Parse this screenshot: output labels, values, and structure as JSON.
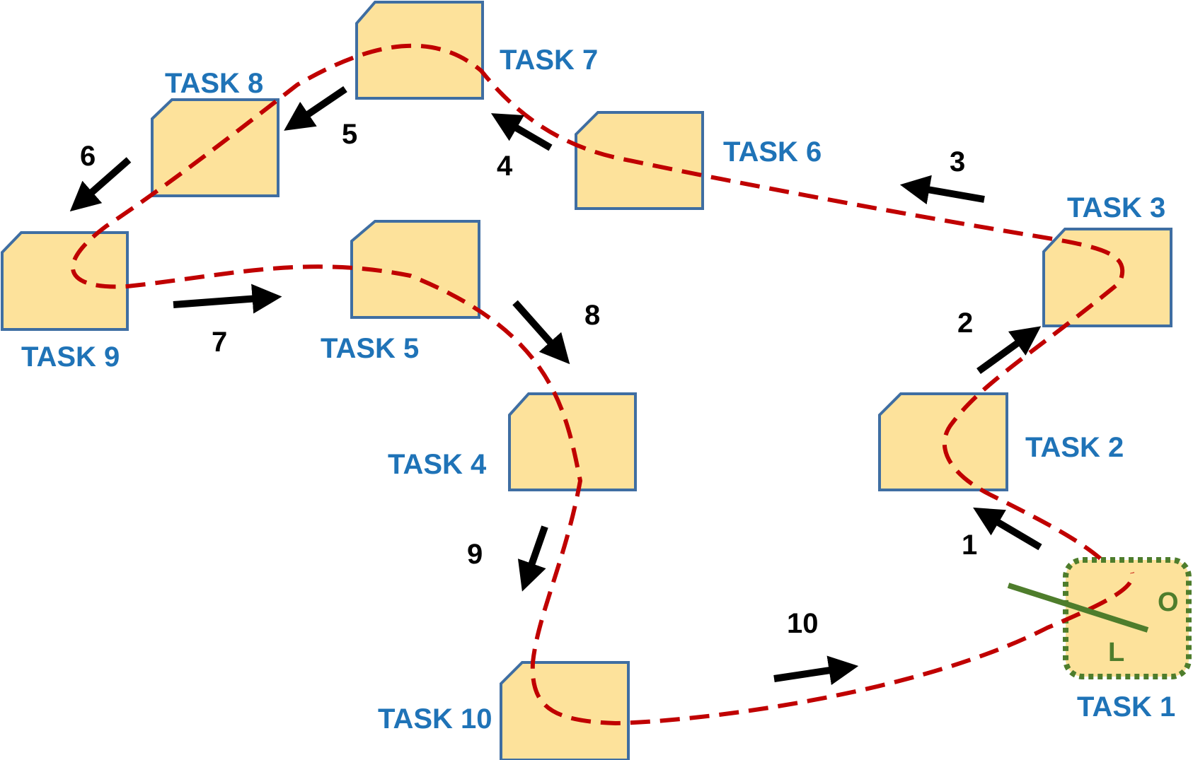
{
  "colors": {
    "box_fill": "#fde29b",
    "box_stroke": "#3f6ea2",
    "task_text": "#1f73b7",
    "route": "#c00000",
    "arrow": "#000000",
    "depot_border": "#4e7d2c"
  },
  "tasks": [
    {
      "id": "task-1",
      "label": "TASK 1"
    },
    {
      "id": "task-2",
      "label": "TASK 2"
    },
    {
      "id": "task-3",
      "label": "TASK 3"
    },
    {
      "id": "task-4",
      "label": "TASK 4"
    },
    {
      "id": "task-5",
      "label": "TASK 5"
    },
    {
      "id": "task-6",
      "label": "TASK 6"
    },
    {
      "id": "task-7",
      "label": "TASK 7"
    },
    {
      "id": "task-8",
      "label": "TASK 8"
    },
    {
      "id": "task-9",
      "label": "TASK 9"
    },
    {
      "id": "task-10",
      "label": "TASK 10"
    }
  ],
  "steps": [
    "1",
    "2",
    "3",
    "4",
    "5",
    "6",
    "7",
    "8",
    "9",
    "10"
  ],
  "depot_marks": {
    "o": "O",
    "l": "L"
  }
}
